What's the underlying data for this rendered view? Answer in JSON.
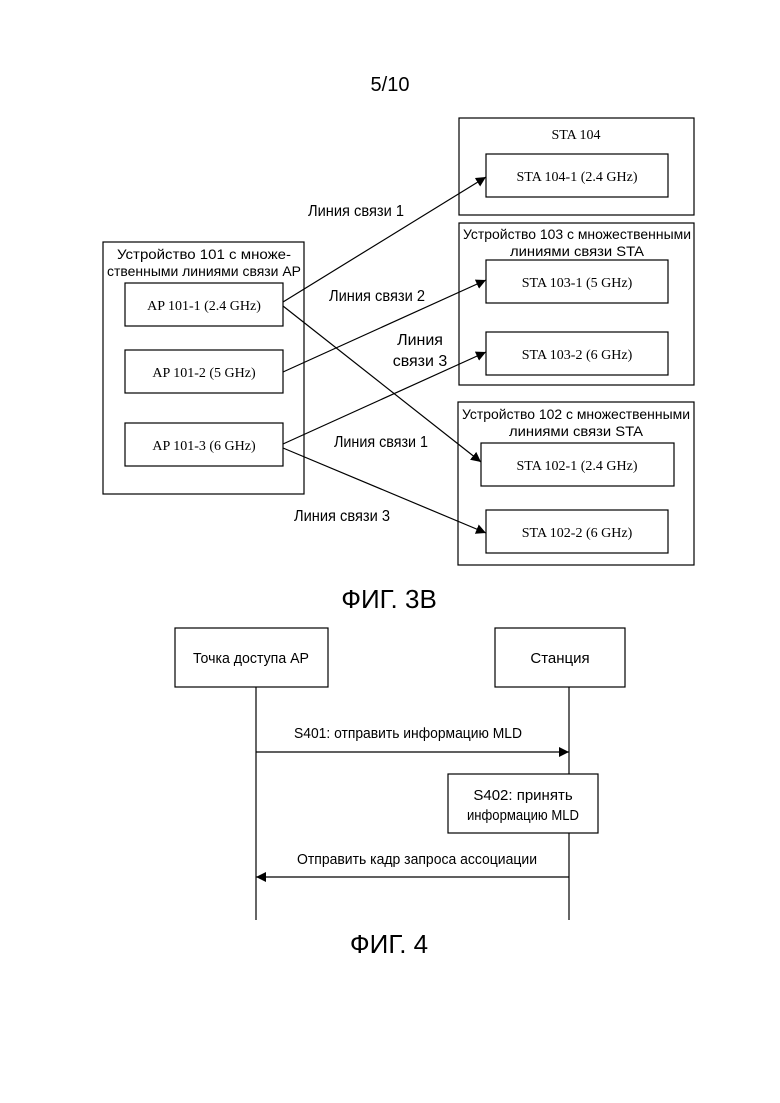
{
  "page_number": "5/10",
  "fig3b": {
    "caption": "ФИГ. 3B",
    "ap_device": {
      "title_line1": "Устройство 101 с множе-",
      "title_line2": "ственными линиями связи AP",
      "ap1": "AP 101-1 (2.4 GHz)",
      "ap2": "AP 101-2 (5 GHz)",
      "ap3": "AP 101-3 (6 GHz)"
    },
    "sta104": {
      "title": "STA 104",
      "sta1": "STA 104-1 (2.4 GHz)"
    },
    "sta103": {
      "title_line1": "Устройство 103 с множественными",
      "title_line2": "линиями связи STA",
      "sta1": "STA 103-1 (5 GHz)",
      "sta2": "STA 103-2 (6 GHz)"
    },
    "sta102": {
      "title_line1": "Устройство 102 с множественными",
      "title_line2": "линиями связи STA",
      "sta1": "STA 102-1 (2.4 GHz)",
      "sta2": "STA 102-2 (6 GHz)"
    },
    "links": {
      "link1_top": "Линия связи 1",
      "link2": "Линия связи 2",
      "link3_line1": "Линия",
      "link3_line2": "связи 3",
      "link1_mid": "Линия связи 1",
      "link3_bottom": "Линия связи 3"
    }
  },
  "fig4": {
    "caption": "ФИГ. 4",
    "ap_lifeline": "Точка доступа AP",
    "station_lifeline": "Станция",
    "msg1": "S401: отправить информацию MLD",
    "step2_line1": "S402: принять",
    "step2_line2": "информацию MLD",
    "msg2": "Отправить кадр запроса ассоциации"
  }
}
